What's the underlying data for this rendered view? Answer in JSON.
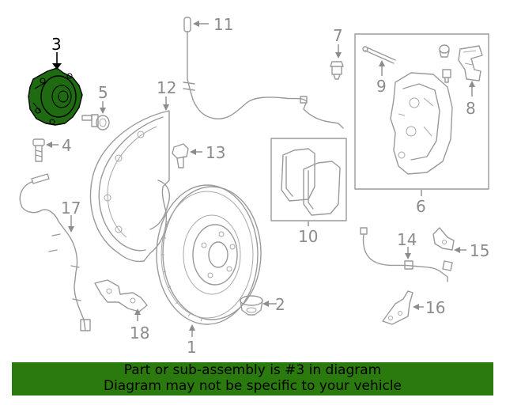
{
  "callouts": {
    "c1": "1",
    "c2": "2",
    "c3": "3",
    "c4": "4",
    "c5": "5",
    "c6": "6",
    "c7": "7",
    "c8": "8",
    "c9": "9",
    "c10": "10",
    "c11": "11",
    "c12": "12",
    "c13": "13",
    "c14": "14",
    "c15": "15",
    "c16": "16",
    "c17": "17",
    "c18": "18"
  },
  "highlighted_part": "3",
  "colors": {
    "banner_bg": "#2a7a0e",
    "highlight_fill": "#1e6b12",
    "line_gray": "#9a9a9a"
  },
  "banner": {
    "line1": "Part or sub-assembly is #3 in diagram",
    "line2": "Diagram may not be specific to your vehicle"
  }
}
